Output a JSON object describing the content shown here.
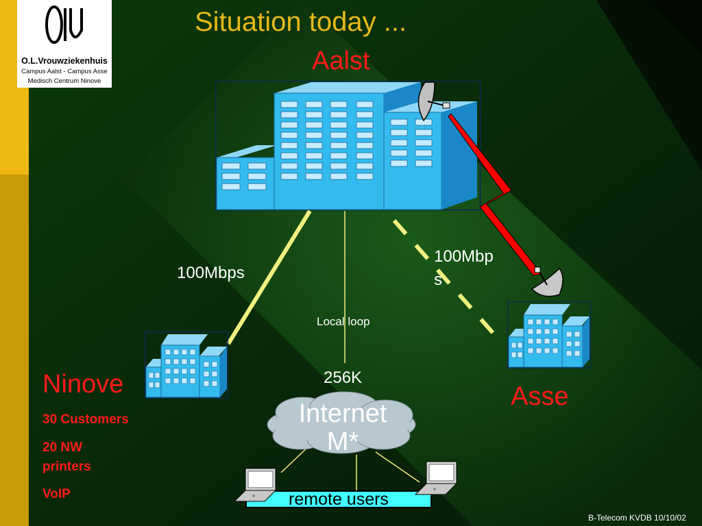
{
  "slide": {
    "title": "Situation today ...",
    "footer": "B-Telecom KVDB 10/10/02"
  },
  "logo": {
    "name": "O.L.Vrouwziekenhuis",
    "line1": "Campus Aalst - Campus Asse",
    "line2": "Medisch Centrum Ninove"
  },
  "sites": {
    "aalst": "Aalst",
    "asse": "Asse",
    "ninove": "Ninove"
  },
  "ninove_details": {
    "customers": "30 Customers",
    "printers_1": "20 NW",
    "printers_2": "printers",
    "voip": "VoIP"
  },
  "links": {
    "left_speed": "100Mbps",
    "right_speed_1": "100Mbp",
    "right_speed_2": "s",
    "local_loop": "Local loop",
    "bandwidth": "256K"
  },
  "cloud": {
    "line1": "Internet",
    "line2": "M*"
  },
  "remote": {
    "label": "remote users"
  },
  "colors": {
    "title": "#e8b818",
    "red_label": "#ff1a1a",
    "building": "#33bbee",
    "yellow_link": "#f0f080",
    "cloud": "#b8c8d0",
    "remote_bar": "#44ffff"
  },
  "icons": [
    "building-icon",
    "satellite-dish-icon",
    "laptop-icon",
    "cloud-icon",
    "lightning-icon"
  ]
}
